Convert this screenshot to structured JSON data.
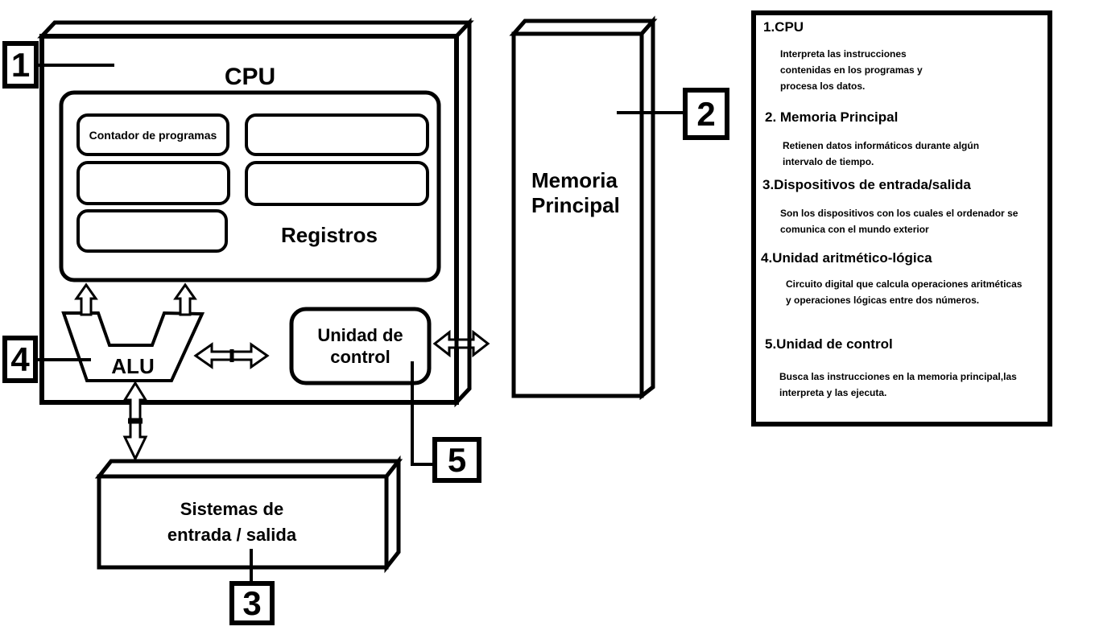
{
  "diagram": {
    "cpu": {
      "label": "CPU"
    },
    "registers": {
      "label": "Registros",
      "program_counter_label": "Contador de programas"
    },
    "alu": {
      "label": "ALU"
    },
    "control_unit": {
      "label": "Unidad de\ncontrol"
    },
    "main_memory": {
      "label": "Memoria\nPrincipal"
    },
    "io": {
      "label": "Sistemas de\nentrada / salida"
    },
    "callouts": [
      {
        "number": "1"
      },
      {
        "number": "2"
      },
      {
        "number": "3"
      },
      {
        "number": "4"
      },
      {
        "number": "5"
      }
    ]
  },
  "legend": {
    "items": [
      {
        "title": "1.CPU",
        "body": "Interpreta las instrucciones\ncontenidas en los programas y\nprocesa los datos."
      },
      {
        "title": "2. Memoria Principal",
        "body": "Retienen datos informáticos durante algún\nintervalo de tiempo."
      },
      {
        "title": "3.Dispositivos de entrada/salida",
        "body": "Son los dispositivos con los cuales el ordenador se\ncomunica con el mundo exterior"
      },
      {
        "title": "4.Unidad aritmético-lógica",
        "body": "Circuito digital que calcula operaciones aritméticas\ny operaciones lógicas entre dos números."
      },
      {
        "title": "5.Unidad de control",
        "body": "Busca las instrucciones en la memoria principal,las\ninterpreta y las ejecuta."
      }
    ]
  },
  "colors": {
    "ink": "#000000",
    "background": "#ffffff"
  }
}
